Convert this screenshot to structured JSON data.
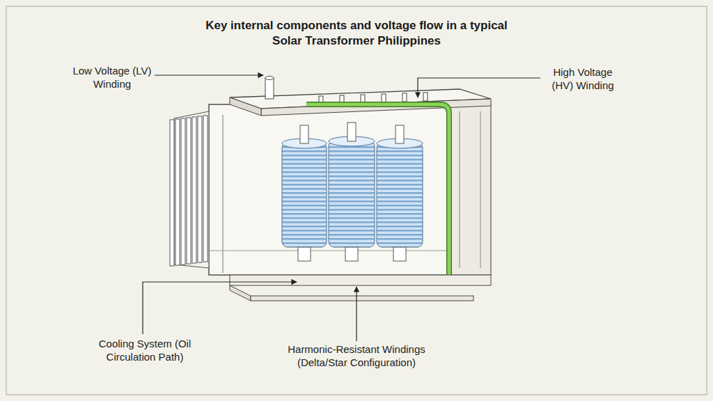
{
  "diagram": {
    "title": "Key internal components and voltage flow in a typical Solar Transformer Philippines",
    "labels": [
      "Low Voltage (LV) Winding",
      "High Voltage (HV) Winding",
      "Cooling System (Oil Circulation Path)",
      "Harmonic-Resistant Windings (Delta/Star Configuration)"
    ]
  }
}
